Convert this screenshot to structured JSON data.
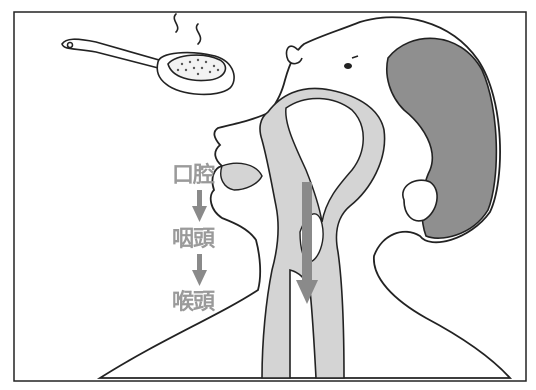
{
  "labels": {
    "oral_cavity": "口腔",
    "pharynx": "咽頭",
    "larynx": "喉頭"
  },
  "icons": {
    "spoon": "spoon-icon",
    "steam": "steam-icon",
    "down_arrow": "down-arrow-icon"
  },
  "colors": {
    "background": "#ffffff",
    "outline": "#222222",
    "tissue_fill": "#d4d4d4",
    "hair_fill": "#8f8f8f",
    "arrow_fill": "#8a8a8a",
    "label_text": "#9a9a9a"
  }
}
